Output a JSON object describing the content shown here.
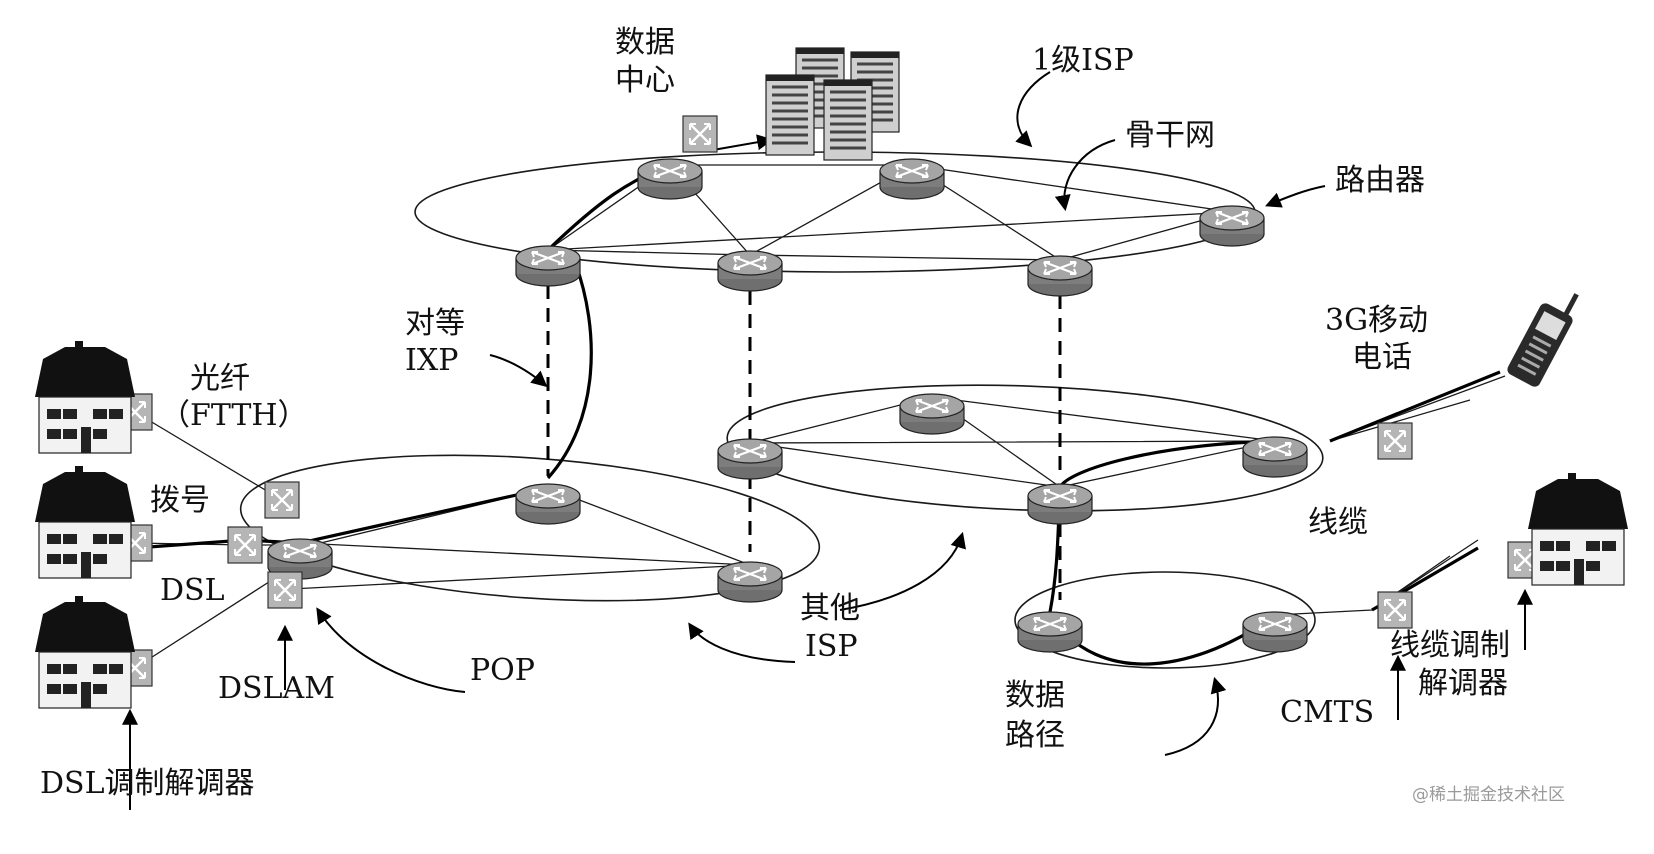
{
  "labels": {
    "data_center": [
      "数据",
      "中心"
    ],
    "tier1_isp": "1级ISP",
    "backbone": "骨干网",
    "router": "路由器",
    "peering_ixp": [
      "对等",
      "IXP"
    ],
    "fiber_ftth": [
      "光纤",
      "（FTTH）"
    ],
    "dialup": "拨号",
    "dsl": "DSL",
    "dslam": "DSLAM",
    "pop": "POP",
    "dsl_modem": "DSL调制解调器",
    "other_isp": [
      "其他",
      "ISP"
    ],
    "mobile_3g": [
      "3G移动",
      "电话"
    ],
    "cable": "线缆",
    "cable_modem": [
      "线缆调制",
      "解调器"
    ],
    "cmts": "CMTS",
    "data_path": [
      "数据",
      "路径"
    ]
  },
  "watermark": "@稀土掘金技术社区",
  "icons": {
    "router": "router-icon",
    "switch": "switch-icon",
    "house": "house-icon",
    "server": "server-rack-icon",
    "phone": "mobile-phone-icon"
  },
  "colors": {
    "router_fill": "#8a8a8a",
    "switch_fill": "#b8b8b8",
    "line": "#1a1a1a",
    "house_roof": "#111111"
  }
}
